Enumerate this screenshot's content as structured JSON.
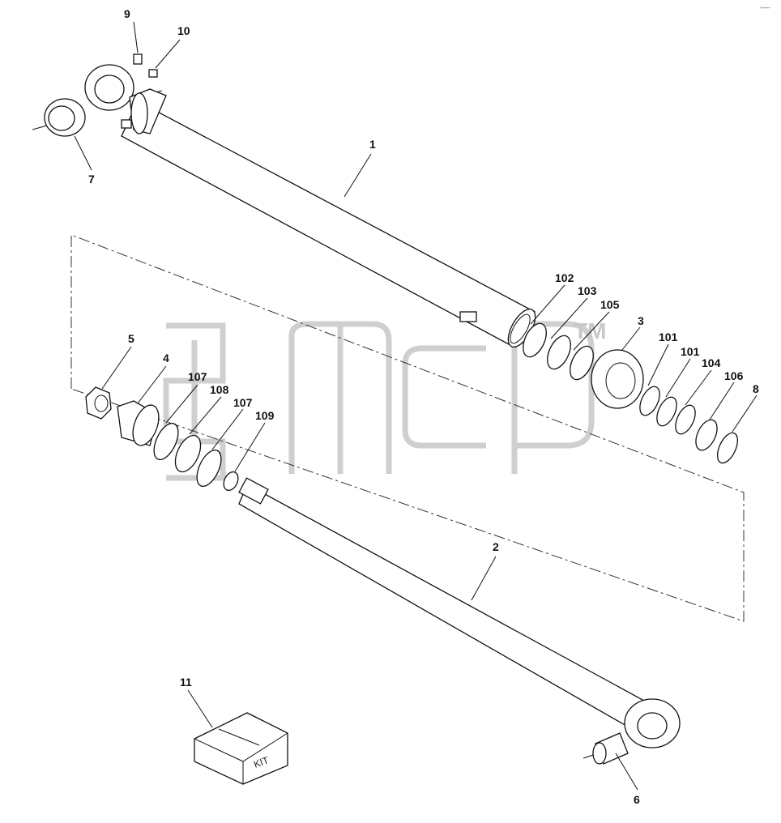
{
  "callouts": {
    "c1": "1",
    "c2": "2",
    "c3": "3",
    "c4": "4",
    "c5": "5",
    "c6": "6",
    "c7": "7",
    "c8": "8",
    "c9": "9",
    "c10": "10",
    "c11": "11",
    "c101a": "101",
    "c101b": "101",
    "c102": "102",
    "c103": "103",
    "c104": "104",
    "c105": "105",
    "c106": "106",
    "c107a": "107",
    "c107b": "107",
    "c108": "108",
    "c109": "109"
  },
  "kit_label": "KIT",
  "watermark": {
    "tm": "TM"
  },
  "corner_mark": "◦—"
}
